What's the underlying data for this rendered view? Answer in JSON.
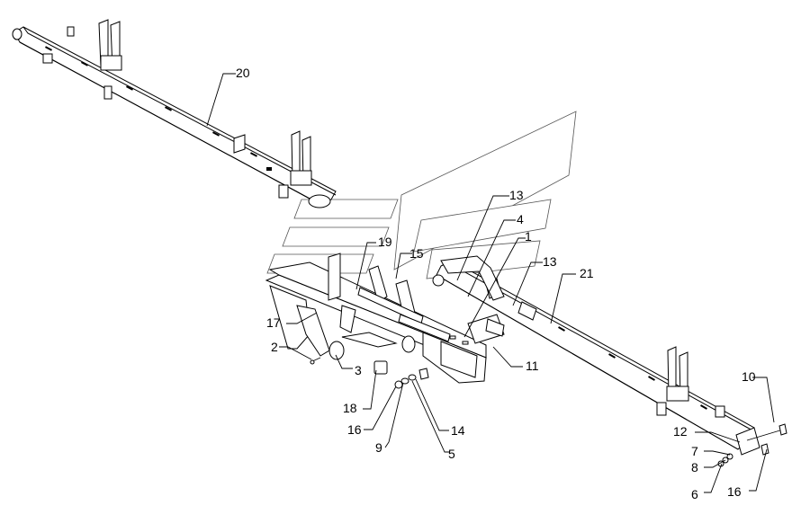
{
  "callouts": {
    "c1": "1",
    "c2": "2",
    "c3": "3",
    "c4": "4",
    "c5": "5",
    "c6": "6",
    "c7": "7",
    "c8": "8",
    "c9": "9",
    "c10": "10",
    "c11": "11",
    "c12": "12",
    "c13a": "13",
    "c13b": "13",
    "c14": "14",
    "c15": "15",
    "c16a": "16",
    "c16b": "16",
    "c17": "17",
    "c18": "18",
    "c19": "19",
    "c20": "20",
    "c21": "21"
  }
}
